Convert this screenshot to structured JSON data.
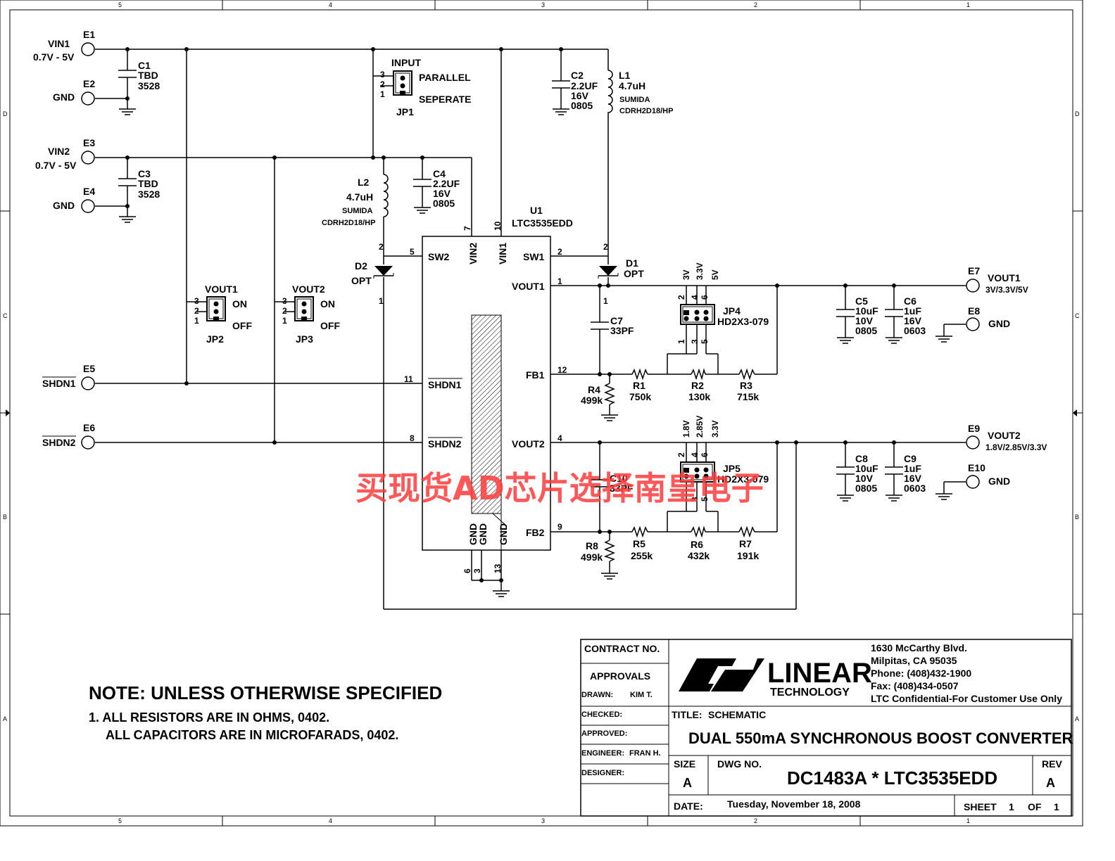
{
  "border": {
    "columns": [
      "5",
      "4",
      "3",
      "2",
      "1"
    ],
    "rows": [
      "D",
      "C",
      "B",
      "A"
    ]
  },
  "inputs": {
    "vin1_label": "VIN1",
    "vin1_range": "0.7V - 5V",
    "vin1_term": "E1",
    "gnd1_label": "GND",
    "gnd1_term": "E2",
    "vin2_label": "VIN2",
    "vin2_range": "0.7V - 5V",
    "vin2_term": "E3",
    "gnd2_label": "GND",
    "gnd2_term": "E4",
    "shdn1_label": "SHDN1",
    "shdn1_term": "E5",
    "shdn2_label": "SHDN2",
    "shdn2_term": "E6"
  },
  "capacitors": {
    "c1": {
      "ref": "C1",
      "value": "TBD",
      "size": "3528"
    },
    "c3": {
      "ref": "C3",
      "value": "TBD",
      "size": "3528"
    },
    "c2": {
      "ref": "C2",
      "value": "2.2UF",
      "volt": "16V",
      "size": "0805"
    },
    "c4": {
      "ref": "C4",
      "value": "2.2UF",
      "volt": "16V",
      "size": "0805"
    },
    "c5": {
      "ref": "C5",
      "value": "10uF",
      "volt": "10V",
      "size": "0805"
    },
    "c6": {
      "ref": "C6",
      "value": "1uF",
      "volt": "16V",
      "size": "0603"
    },
    "c7": {
      "ref": "C7",
      "value": "33PF"
    },
    "c8": {
      "ref": "C8",
      "value": "10uF",
      "volt": "10V",
      "size": "0805"
    },
    "c9": {
      "ref": "C9",
      "value": "1uF",
      "volt": "16V",
      "size": "0603"
    },
    "c10": {
      "ref": "C10",
      "value": "33PF"
    }
  },
  "inductors": {
    "l1": {
      "ref": "L1",
      "value": "4.7uH",
      "mfr": "SUMIDA",
      "part": "CDRH2D18/HP"
    },
    "l2": {
      "ref": "L2",
      "value": "4.7uH",
      "mfr": "SUMIDA",
      "part": "CDRH2D18/HP"
    }
  },
  "diodes": {
    "d1": {
      "ref": "D1",
      "value": "OPT"
    },
    "d2": {
      "ref": "D2",
      "value": "OPT"
    }
  },
  "resistors": {
    "r1": {
      "ref": "R1",
      "value": "750k"
    },
    "r2": {
      "ref": "R2",
      "value": "130k"
    },
    "r3": {
      "ref": "R3",
      "value": "715k"
    },
    "r4": {
      "ref": "R4",
      "value": "499k"
    },
    "r5": {
      "ref": "R5",
      "value": "255k"
    },
    "r6": {
      "ref": "R6",
      "value": "432k"
    },
    "r7": {
      "ref": "R7",
      "value": "191k"
    },
    "r8": {
      "ref": "R8",
      "value": "499k"
    }
  },
  "jumpers": {
    "jp1": {
      "ref": "JP1",
      "title": "INPUT",
      "opt_a": "PARALLEL",
      "opt_b": "SEPERATE"
    },
    "jp2": {
      "ref": "JP2",
      "title": "VOUT1",
      "opt_a": "ON",
      "opt_b": "OFF"
    },
    "jp3": {
      "ref": "JP3",
      "title": "VOUT2",
      "opt_a": "ON",
      "opt_b": "OFF"
    },
    "jp4": {
      "ref": "JP4",
      "part": "HD2X3-079",
      "v1": "3V",
      "v2": "3.3V",
      "v3": "5V"
    },
    "jp5": {
      "ref": "JP5",
      "part": "HD2X3-079",
      "v1": "1.8V",
      "v2": "2.85V",
      "v3": "3.3V"
    }
  },
  "ic": {
    "ref": "U1",
    "part": "LTC3535EDD",
    "pins": {
      "sw2": "SW2",
      "vin2": "VIN2",
      "vin1": "VIN1",
      "sw1": "SW1",
      "vout1": "VOUT1",
      "fb1": "FB1",
      "vout2": "VOUT2",
      "fb2": "FB2",
      "shdn1": "SHDN1",
      "shdn2": "SHDN2",
      "gnd": "GND"
    }
  },
  "outputs": {
    "vout1_term": "E7",
    "vout1_label": "VOUT1",
    "vout1_range": "3V/3.3V/5V",
    "gnd3_term": "E8",
    "gnd3_label": "GND",
    "vout2_term": "E9",
    "vout2_label": "VOUT2",
    "vout2_range": "1.8V/2.85V/3.3V",
    "gnd4_term": "E10",
    "gnd4_label": "GND"
  },
  "notes": {
    "heading": "NOTE: UNLESS OTHERWISE SPECIFIED",
    "line1": "1.  ALL RESISTORS ARE IN OHMS, 0402.",
    "line2": "ALL CAPACITORS ARE IN MICROFARADS, 0402."
  },
  "watermark": "买现货AD芯片选择南皇电子",
  "title_block": {
    "contract_no": "CONTRACT NO.",
    "approvals": "APPROVALS",
    "drawn_label": "DRAWN:",
    "drawn_value": "KIM T.",
    "checked_label": "CHECKED:",
    "approved_label": "APPROVED:",
    "engineer_label": "ENGINEER:",
    "engineer_value": "FRAN H.",
    "designer_label": "DESIGNER:",
    "company_name": "LINEAR",
    "company_sub": "TECHNOLOGY",
    "address1": "1630 McCarthy Blvd.",
    "address2": "Milpitas, CA 95035",
    "phone": "Phone: (408)432-1900",
    "fax": "Fax: (408)434-0507",
    "confidential": "LTC Confidential-For Customer Use Only",
    "title_label": "TITLE:",
    "title_value": "SCHEMATIC",
    "description": "DUAL 550mA SYNCHRONOUS BOOST CONVERTER",
    "size_label": "SIZE",
    "size_value": "A",
    "dwg_label": "DWG NO.",
    "dwg_value": "DC1483A * LTC3535EDD",
    "rev_label": "REV",
    "rev_value": "A",
    "date_label": "DATE:",
    "date_value": "Tuesday, November 18, 2008",
    "sheet_label": "SHEET",
    "sheet_value": "1",
    "of_label": "OF",
    "of_value": "1"
  }
}
